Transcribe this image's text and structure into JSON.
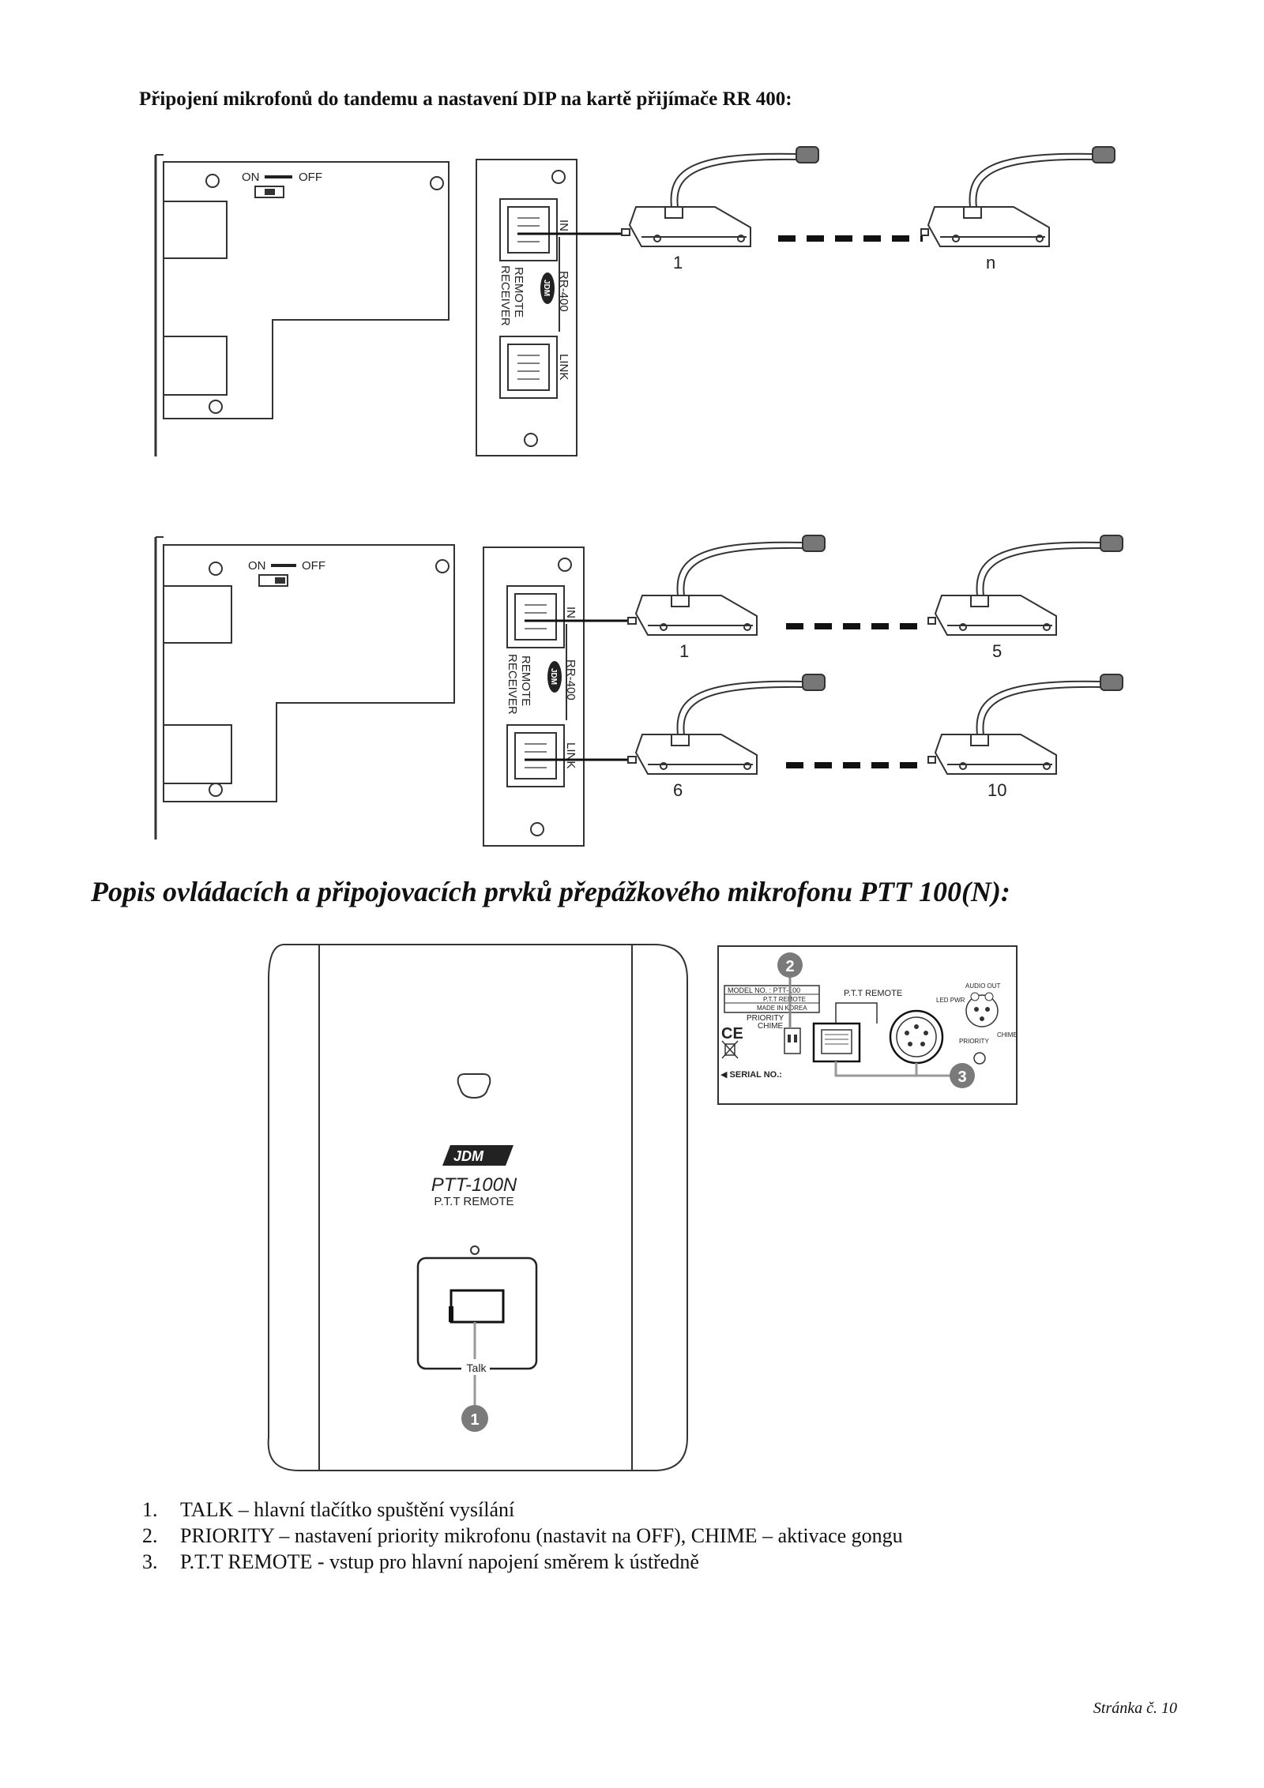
{
  "heading_connection": "Připojení mikrofonů do tandemu a nastavení DIP na kartě přijímače RR 400:",
  "diagram_top": {
    "dip_on": "ON",
    "dip_off": "OFF",
    "port_in": "IN",
    "port_link": "LINK",
    "model_label": "RR-400",
    "receiver_label_1": "REMOTE",
    "receiver_label_2": "RECEIVER",
    "logo": "JDM",
    "mic_first": "1",
    "mic_last": "n"
  },
  "diagram_bottom": {
    "dip_on": "ON",
    "dip_off": "OFF",
    "port_in": "IN",
    "port_link": "LINK",
    "model_label": "RR-400",
    "receiver_label_1": "REMOTE",
    "receiver_label_2": "RECEIVER",
    "logo": "JDM",
    "mic_row1_first": "1",
    "mic_row1_last": "5",
    "mic_row2_first": "6",
    "mic_row2_last": "10"
  },
  "heading_controls": "Popis ovládacích a připojovacích prvků přepážkového mikrofonu PTT 100(N):",
  "front_panel": {
    "logo": "JDM",
    "model": "PTT-100N",
    "subtitle": "P.T.T REMOTE",
    "button_label": "Talk",
    "callout": "1"
  },
  "rear_panel": {
    "model_no": "MODEL NO. : PTT-100",
    "remote_line": "P.T.T REMOTE",
    "made_in": "MADE IN KOREA",
    "priority": "PRIORITY",
    "chime": "CHIME",
    "ptt_remote": "P.T.T REMOTE",
    "audio_out": "AUDIO OUT",
    "led_pwr": "LED PWR",
    "priority_small": "PRIORITY",
    "chime_small": "CHIME",
    "ce": "CE",
    "serial": "◀ SERIAL NO.:",
    "callout_2": "2",
    "callout_3": "3"
  },
  "legend_items": [
    {
      "num": "1.",
      "text": "TALK – hlavní tlačítko spuštění vysílání"
    },
    {
      "num": "2.",
      "text": "PRIORITY – nastavení priority mikrofonu (nastavit na OFF), CHIME – aktivace gongu"
    },
    {
      "num": "3.",
      "text": "P.T.T REMOTE - vstup pro hlavní napojení směrem k ústředně"
    }
  ],
  "footer": "Stránka č. 10"
}
